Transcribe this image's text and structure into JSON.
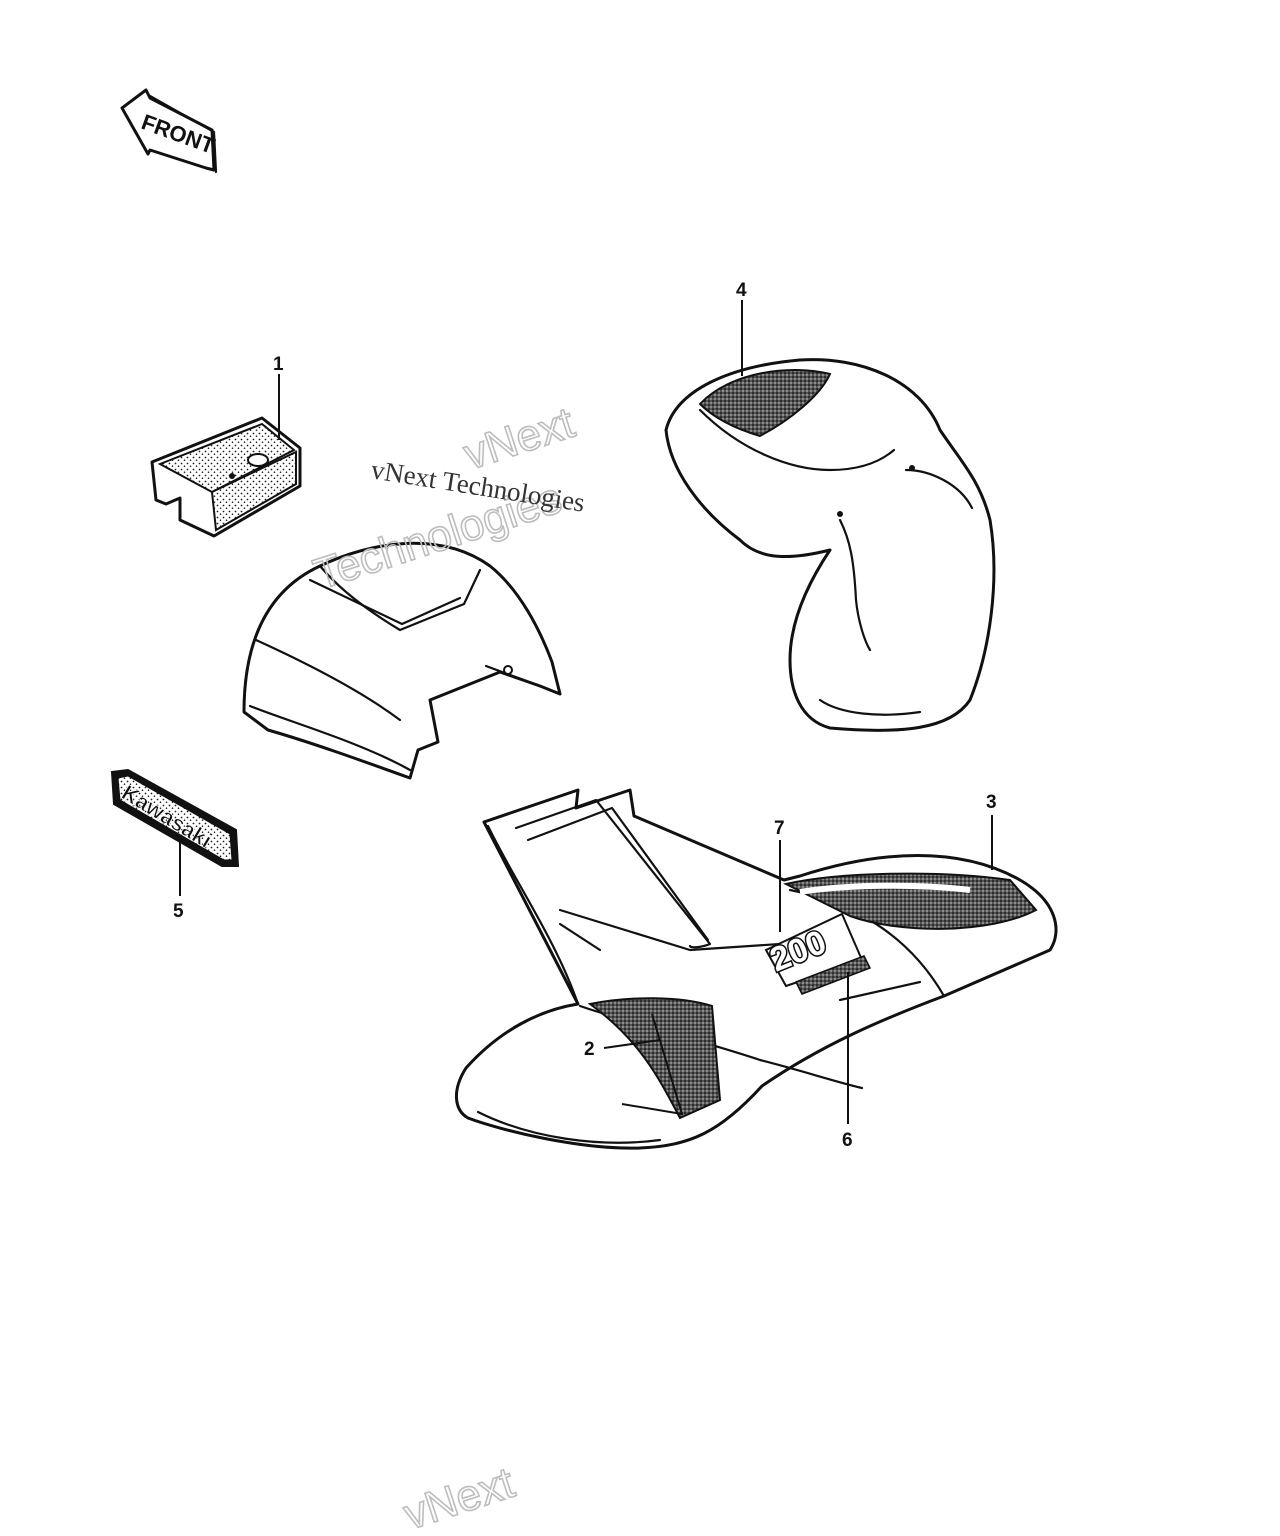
{
  "front_arrow": {
    "label": "FRONT"
  },
  "callouts": [
    "1",
    "2",
    "3",
    "4",
    "5",
    "6",
    "7"
  ],
  "decals": {
    "brand": "Kawasaki",
    "model_number": "200"
  },
  "watermark": {
    "text_main": "vNext Technologies",
    "text_line1": "vNext",
    "text_line2": "Technologies",
    "text_bottom": "vNext"
  }
}
